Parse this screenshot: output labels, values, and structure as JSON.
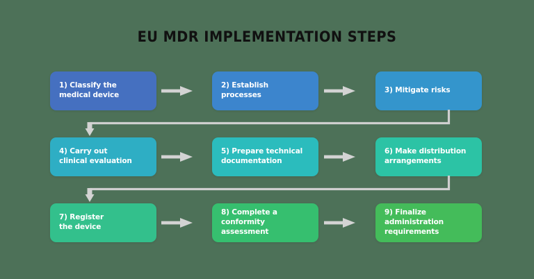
{
  "title": "EU MDR Implementation Steps",
  "background_color": "#4d7158",
  "text_color": "#ffffff",
  "arrow_color": "#d3d3d3",
  "connector_color": "#cfcfcf",
  "steps": [
    {
      "id": 1,
      "label": "1) Classify the\nmedical device",
      "color": "#4570c0",
      "row": 0,
      "col": 0
    },
    {
      "id": 2,
      "label": "2) Establish\nprocesses",
      "color": "#3c85cd",
      "row": 0,
      "col": 1
    },
    {
      "id": 3,
      "label": "3) Mitigate risks",
      "color": "#3495cc",
      "row": 0,
      "col": 2
    },
    {
      "id": 4,
      "label": "4) Carry out\nclinical evaluation",
      "color": "#2eaec4",
      "row": 1,
      "col": 0
    },
    {
      "id": 5,
      "label": "5) Prepare technical\ndocumentation",
      "color": "#2bbcbd",
      "row": 1,
      "col": 1
    },
    {
      "id": 6,
      "label": "6) Make distribution\narrangements",
      "color": "#2cc3a5",
      "row": 1,
      "col": 2
    },
    {
      "id": 7,
      "label": "7) Register\nthe device",
      "color": "#33c08c",
      "row": 2,
      "col": 0
    },
    {
      "id": 8,
      "label": "8) Complete a\nconformity\nassessment",
      "color": "#36bf6f",
      "row": 2,
      "col": 1
    },
    {
      "id": 9,
      "label": "9) Finalize\nadministration\nrequirements",
      "color": "#44bc5a",
      "row": 2,
      "col": 2
    }
  ],
  "flow_arrows": [
    {
      "name": "arrow-step1-to-step2",
      "from": 1,
      "to": 2
    },
    {
      "name": "arrow-step2-to-step3",
      "from": 2,
      "to": 3
    },
    {
      "name": "arrow-step4-to-step5",
      "from": 4,
      "to": 5
    },
    {
      "name": "arrow-step5-to-step6",
      "from": 5,
      "to": 6
    },
    {
      "name": "arrow-step7-to-step8",
      "from": 7,
      "to": 8
    },
    {
      "name": "arrow-step8-to-step9",
      "from": 8,
      "to": 9
    }
  ],
  "row_connectors": [
    {
      "name": "connector-step3-to-step4",
      "from": 3,
      "to": 4
    },
    {
      "name": "connector-step6-to-step7",
      "from": 6,
      "to": 7
    }
  ]
}
